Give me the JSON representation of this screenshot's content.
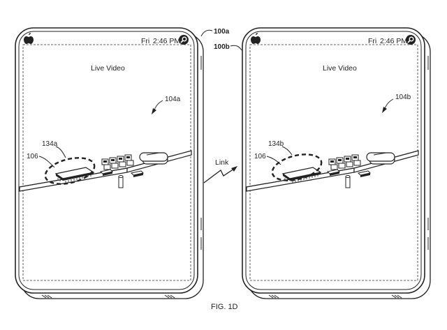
{
  "devices": [
    {
      "ref": "100a",
      "status": {
        "day": "Fri",
        "time": "2:46 PM"
      },
      "screen_title": "Live Video",
      "view_ref": "104a",
      "highlight_ref": "134a",
      "chip_ref": "106"
    },
    {
      "ref": "100b",
      "status": {
        "day": "Fri",
        "time": "2:46 PM"
      },
      "screen_title": "Live Video",
      "view_ref": "104b",
      "highlight_ref": "134b",
      "chip_ref": "106"
    }
  ],
  "link_label": "Link",
  "figure_caption": "FIG. 1D",
  "icons": [
    "apple-logo-icon",
    "search-icon",
    "lightning-link-icon"
  ]
}
